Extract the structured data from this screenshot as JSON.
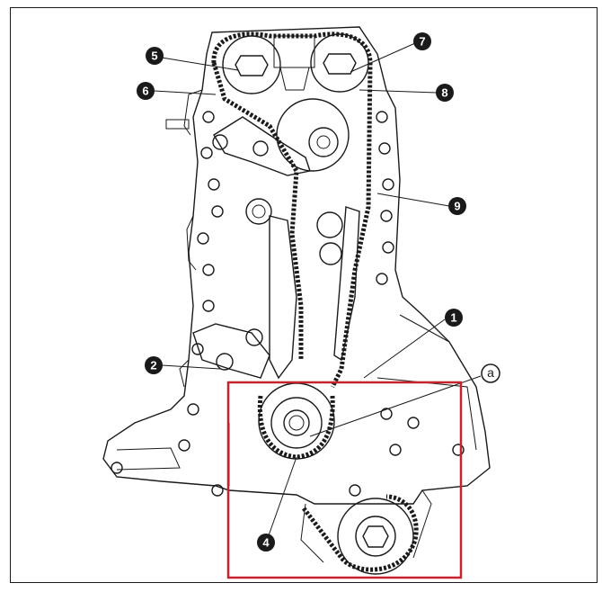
{
  "callouts": [
    {
      "id": "c1",
      "label": "1",
      "style": "filled"
    },
    {
      "id": "c2",
      "label": "2",
      "style": "filled"
    },
    {
      "id": "c4",
      "label": "4",
      "style": "filled"
    },
    {
      "id": "c5",
      "label": "5",
      "style": "filled"
    },
    {
      "id": "c6",
      "label": "6",
      "style": "filled"
    },
    {
      "id": "c7",
      "label": "7",
      "style": "filled"
    },
    {
      "id": "c8",
      "label": "8",
      "style": "filled"
    },
    {
      "id": "c9",
      "label": "9",
      "style": "filled"
    },
    {
      "id": "ca",
      "label": "a",
      "style": "outline"
    }
  ],
  "colors": {
    "line": "#1a1a1a",
    "highlight_box": "#c8232c",
    "background": "#ffffff"
  },
  "highlight": {
    "description_icon": "red-highlight-rectangle"
  }
}
